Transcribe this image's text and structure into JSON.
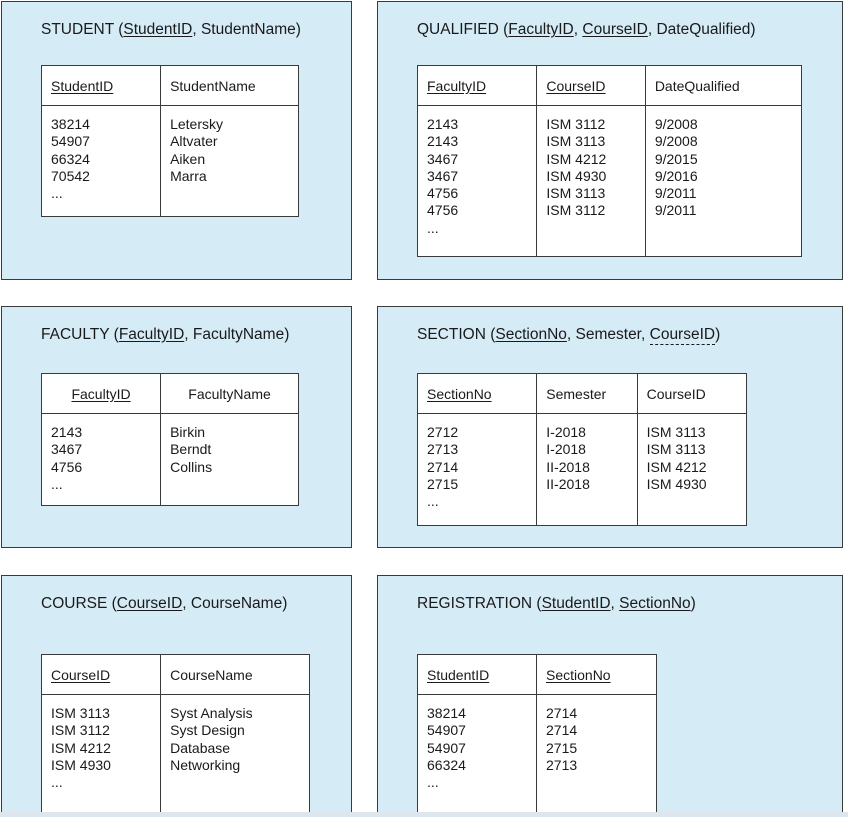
{
  "tables": [
    {
      "name": "STUDENT",
      "attributes": [
        {
          "label": "StudentID",
          "pk": true,
          "fk": false
        },
        {
          "label": "StudentName",
          "pk": false,
          "fk": false
        }
      ],
      "header_align": "left",
      "col_widths": [
        120,
        138
      ],
      "body_height": 112,
      "columns": [
        [
          "38214",
          "54907",
          "66324",
          "70542",
          "..."
        ],
        [
          "Letersky",
          "Altvater",
          "Aiken",
          "Marra"
        ]
      ]
    },
    {
      "name": "QUALIFIED",
      "attributes": [
        {
          "label": "FacultyID",
          "pk": true,
          "fk": false
        },
        {
          "label": "CourseID",
          "pk": true,
          "fk": false
        },
        {
          "label": "DateQualified",
          "pk": false,
          "fk": false
        }
      ],
      "header_align": "left",
      "col_widths": [
        120,
        109,
        156
      ],
      "body_height": 152,
      "columns": [
        [
          "2143",
          "2143",
          "3467",
          "3467",
          "4756",
          "4756",
          "..."
        ],
        [
          "ISM 3112",
          "ISM 3113",
          "ISM 4212",
          "ISM 4930",
          "ISM 3113",
          "ISM 3112"
        ],
        [
          "9/2008",
          "9/2008",
          "9/2015",
          "9/2016",
          "9/2011",
          "9/2011"
        ]
      ]
    },
    {
      "name": "FACULTY",
      "attributes": [
        {
          "label": "FacultyID",
          "pk": true,
          "fk": false
        },
        {
          "label": "FacultyName",
          "pk": false,
          "fk": false
        }
      ],
      "header_align": "center",
      "col_widths": [
        120,
        138
      ],
      "body_height": 93,
      "columns": [
        [
          "2143",
          "3467",
          "4756",
          "..."
        ],
        [
          "Birkin",
          "Berndt",
          "Collins"
        ]
      ]
    },
    {
      "name": "SECTION",
      "attributes": [
        {
          "label": "SectionNo",
          "pk": true,
          "fk": false
        },
        {
          "label": "Semester",
          "pk": false,
          "fk": false
        },
        {
          "label": "CourseID",
          "pk": false,
          "fk": true
        }
      ],
      "header_align": "left",
      "col_widths": [
        120,
        101,
        109
      ],
      "body_height": 113,
      "columns": [
        [
          "2712",
          "2713",
          "2714",
          "2715",
          "..."
        ],
        [
          "I-2018",
          "I-2018",
          "II-2018",
          "II-2018"
        ],
        [
          "ISM 3113",
          "ISM 3113",
          "ISM 4212",
          "ISM 4930"
        ]
      ]
    },
    {
      "name": "COURSE",
      "attributes": [
        {
          "label": "CourseID",
          "pk": true,
          "fk": false
        },
        {
          "label": "CourseName",
          "pk": false,
          "fk": false
        }
      ],
      "header_align": "left",
      "col_widths": [
        120,
        149
      ],
      "body_height": 120,
      "columns": [
        [
          "ISM 3113",
          "ISM 3112",
          "ISM 4212",
          "ISM 4930",
          "..."
        ],
        [
          "Syst Analysis",
          "Syst Design",
          "Database",
          "Networking"
        ]
      ]
    },
    {
      "name": "REGISTRATION",
      "attributes": [
        {
          "label": "StudentID",
          "pk": true,
          "fk": false
        },
        {
          "label": "SectionNo",
          "pk": true,
          "fk": false
        }
      ],
      "header_align": "left",
      "col_widths": [
        120,
        120
      ],
      "body_height": 120,
      "columns": [
        [
          "38214",
          "54907",
          "54907",
          "66324",
          "..."
        ],
        [
          "2714",
          "2714",
          "2715",
          "2713"
        ]
      ]
    }
  ],
  "colors": {
    "panel_background": "#d5ebf6",
    "border": "#3a3a3a",
    "table_background": "#ffffff",
    "text": "#1a1a1a"
  }
}
